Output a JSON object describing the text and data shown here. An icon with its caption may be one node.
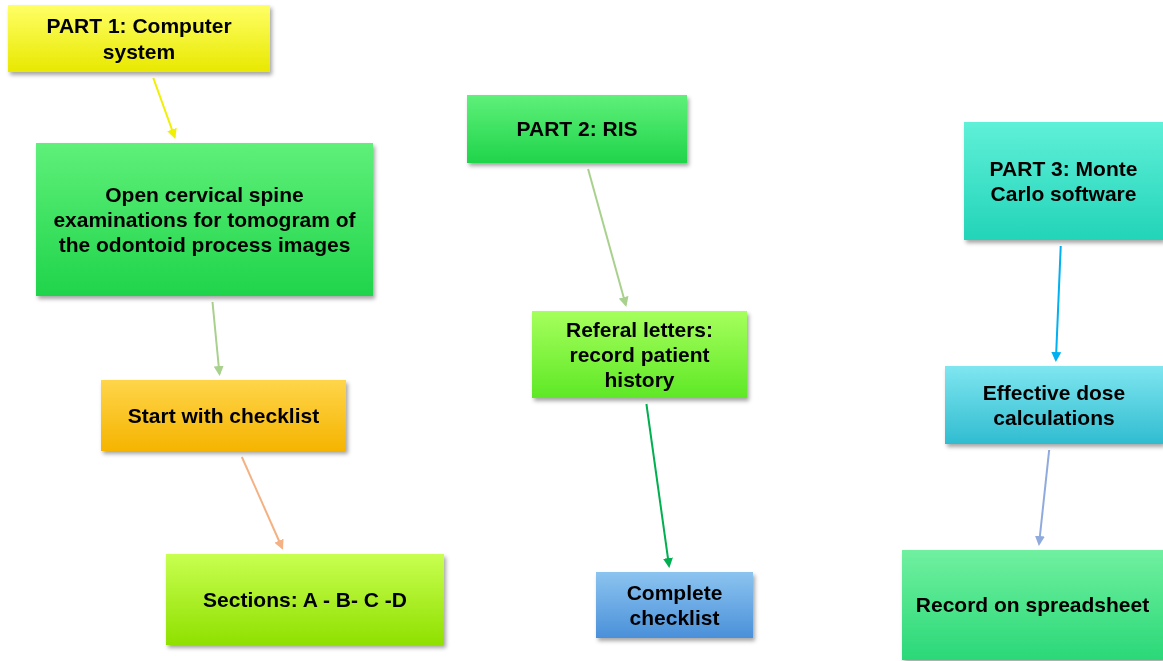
{
  "diagram": {
    "nodes": [
      {
        "text": [
          "PART 1: Computer system"
        ]
      },
      {
        "text": [
          "Open cervical spine examinations for tomogram of the odontoid process images"
        ]
      },
      {
        "text": [
          "Start with checklist"
        ]
      },
      {
        "text": [
          "Sections: A - B- C -D"
        ]
      },
      {
        "text": [
          "PART 2: RIS"
        ]
      },
      {
        "text": [
          "Referal letters: record patient history"
        ]
      },
      {
        "text": [
          "Complete checklist"
        ]
      },
      {
        "text": [
          "PART 3: Monte Carlo software"
        ]
      },
      {
        "text": [
          "Effective dose calculations"
        ]
      },
      {
        "text": [
          "Record on spreadsheet"
        ]
      }
    ],
    "edges": [
      {
        "from": 0,
        "to": 1,
        "arrow": "to",
        "color": "#f0f000"
      },
      {
        "from": 1,
        "to": 2,
        "arrow": "to",
        "color": "#a9d18e"
      },
      {
        "from": 2,
        "to": 3,
        "arrow": "to",
        "color": "#f4b183"
      },
      {
        "from": 4,
        "to": 5,
        "arrow": "to",
        "color": "#a9d18e"
      },
      {
        "from": 5,
        "to": 6,
        "arrow": "to",
        "color": "#00b050"
      },
      {
        "from": 7,
        "to": 8,
        "arrow": "to",
        "color": "#00b0f0"
      },
      {
        "from": 8,
        "to": 9,
        "arrow": "to",
        "color": "#8faadc"
      }
    ]
  }
}
